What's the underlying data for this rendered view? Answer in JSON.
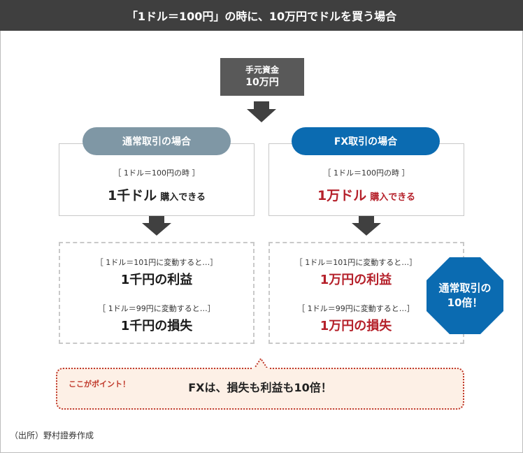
{
  "title": "「1ドル＝100円」の時に、10万円でドルを買う場合",
  "capital": {
    "label": "手元資金",
    "amount": "10万円"
  },
  "left": {
    "header": "通常取引の場合",
    "rate_condition": "［ 1ドル＝100円の時 ］",
    "purchase_amount": "1千ドル",
    "purchase_suffix": "購入できる",
    "up_condition": "［ 1ドル＝101円に変動すると…］",
    "up_result": "1千円の利益",
    "down_condition": "［ 1ドル＝99円に変動すると…］",
    "down_result": "1千円の損失"
  },
  "right": {
    "header": "FX取引の場合",
    "rate_condition": "［ 1ドル＝100円の時 ］",
    "purchase_amount": "1万ドル",
    "purchase_suffix": "購入できる",
    "up_condition": "［ 1ドル＝101円に変動すると…］",
    "up_result": "1万円の利益",
    "down_condition": "［ 1ドル＝99円に変動すると…］",
    "down_result": "1万円の損失"
  },
  "badge": {
    "line1": "通常取引の",
    "line2": "10倍！"
  },
  "point": {
    "label": "ここがポイント！",
    "message": "FXは、損失も利益も10倍！"
  },
  "source": "（出所）野村證券作成",
  "colors": {
    "header_bg": "#3f3f3f",
    "normal_pill": "#7f97a5",
    "fx_blue": "#0b6bb1",
    "accent_red": "#b5202a",
    "callout_bg": "#fdf0e6"
  }
}
